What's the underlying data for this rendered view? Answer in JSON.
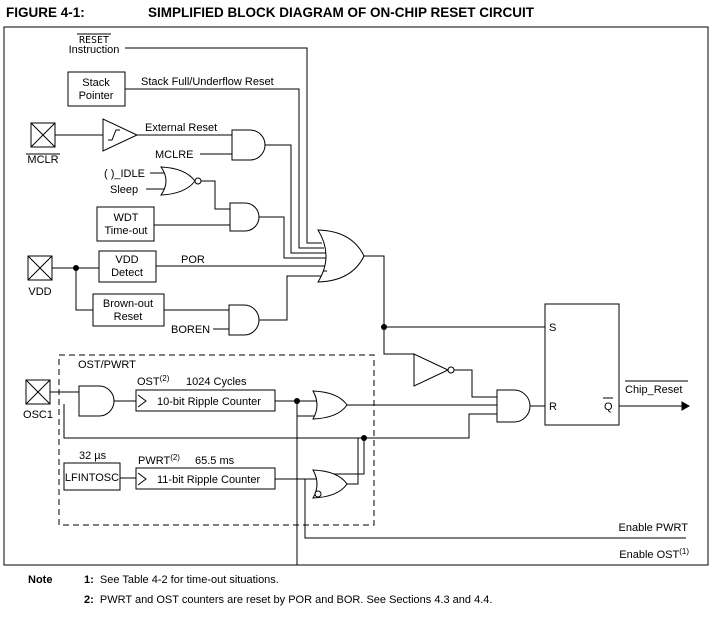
{
  "figure": {
    "number": "FIGURE 4-1:",
    "title": "SIMPLIFIED BLOCK DIAGRAM OF ON-CHIP RESET CIRCUIT"
  },
  "labels": {
    "reset_instr_1": "RESET",
    "reset_instr_2": "Instruction",
    "stack_pointer_1": "Stack",
    "stack_pointer_2": "Pointer",
    "stack_full": "Stack Full/Underflow Reset",
    "external_reset": "External Reset",
    "mclr": "MCLR",
    "mclre": "MCLRE",
    "idle": "( )_IDLE",
    "sleep": "Sleep",
    "wdt_1": "WDT",
    "wdt_2": "Time-out",
    "vdd_detect_1": "VDD",
    "vdd_detect_2": "Detect",
    "por": "POR",
    "vdd_pin": "VDD",
    "brownout_1": "Brown-out",
    "brownout_2": "Reset",
    "boren": "BOREN",
    "ost_pwrt": "OST/PWRT",
    "ost": "OST",
    "ost_sup": "(2)",
    "cycles": "1024 Cycles",
    "counter10": "10-bit Ripple Counter",
    "osc1": "OSC1",
    "us32": "32 µs",
    "pwrt": "PWRT",
    "pwrt_sup": "(2)",
    "ms655": "65.5 ms",
    "lfintosc": "LFINTOSC",
    "counter11": "11-bit Ripple Counter",
    "s": "S",
    "r": "R",
    "q": "Q",
    "chip_reset": "Chip_Reset",
    "enable_pwrt": "Enable PWRT",
    "enable_ost": "Enable OST",
    "enable_ost_sup": "(1)"
  },
  "notes": [
    {
      "label": "Note",
      "num": "1:",
      "text": "See Table 4-2 for time-out situations."
    },
    {
      "label": "",
      "num": "2:",
      "text": "PWRT and OST counters are reset by POR and BOR. See Sections 4.3 and 4.4."
    }
  ]
}
